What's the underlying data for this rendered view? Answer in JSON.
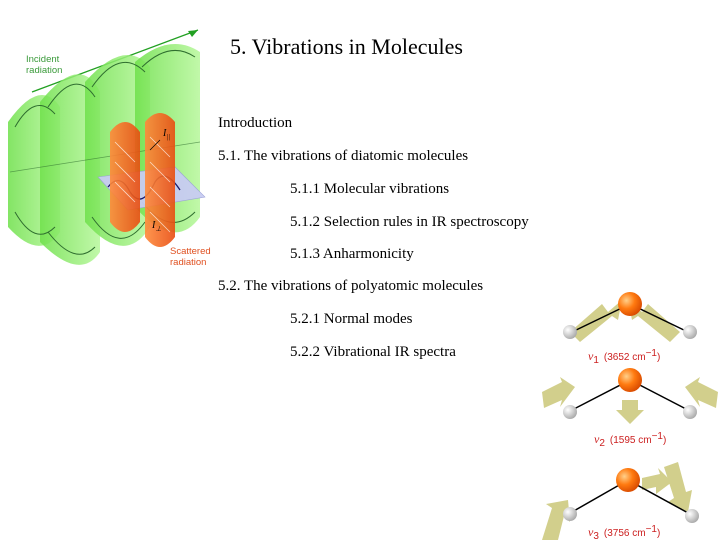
{
  "slide": {
    "title": "5. Vibrations in Molecules"
  },
  "toc": [
    {
      "label": "Introduction",
      "level": 0
    },
    {
      "label": "5.1. The vibrations of diatomic molecules",
      "level": 0
    },
    {
      "label": "5.1.1 Molecular vibrations",
      "level": 1
    },
    {
      "label": "5.1.2 Selection rules in IR spectroscopy",
      "level": 1
    },
    {
      "label": "5.1.3 Anharmonicity",
      "level": 1
    },
    {
      "label": "5.2. The vibrations of polyatomic molecules",
      "level": 0
    },
    {
      "label": "5.2.1 Normal modes",
      "level": 1
    },
    {
      "label": "5.2.2 Vibrational IR spectra",
      "level": 1
    }
  ],
  "illustration": {
    "incident_label": [
      "Incident",
      "radiation"
    ],
    "scattered_label": [
      "Scattered",
      "radiation"
    ],
    "i_parallel": "I",
    "i_parallel_sub": "||",
    "i_perp": "I",
    "i_perp_sub": "⊥"
  },
  "modes": [
    {
      "symbol": "ν",
      "index": "1",
      "wavenumber": "(3652  cm",
      "exp": "−1",
      "close": ")"
    },
    {
      "symbol": "ν",
      "index": "2",
      "wavenumber": "(1595  cm",
      "exp": "−1",
      "close": ")"
    },
    {
      "symbol": "ν",
      "index": "3",
      "wavenumber": "(3756  cm",
      "exp": "−1",
      "close": ")"
    }
  ],
  "colors": {
    "wave_green": "#8ef06a",
    "wave_dark": "#2f6e2f",
    "scatter_orange": "#f26a2a",
    "plane_blue": "#c8ccf2",
    "arrow_tan": "#d2cf8c",
    "oxygen": "#ff6a00",
    "hydrogen": "#dcdcdc"
  }
}
